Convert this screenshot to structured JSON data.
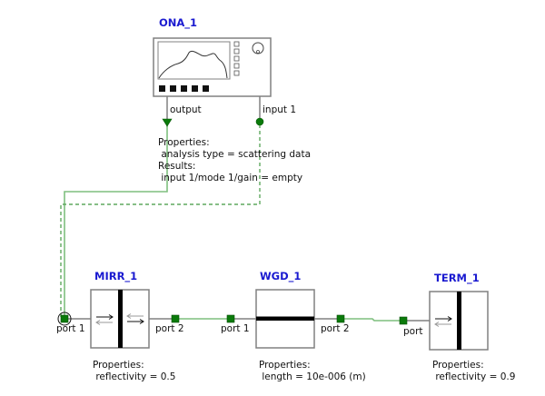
{
  "colors": {
    "title": "#1a1ad0",
    "wire": "#7fbf7f",
    "port_fill": "#0a7a0a",
    "box_border": "#808080"
  },
  "components": {
    "ona": {
      "name": "ONA_1",
      "ports": {
        "output": "output",
        "input": "input 1"
      },
      "properties_header": "Properties:",
      "properties": [
        " analysis type = scattering data"
      ],
      "results_header": "Results:",
      "results": [
        " input 1/mode 1/gain = empty"
      ]
    },
    "mirr": {
      "name": "MIRR_1",
      "ports": {
        "p1": "port 1",
        "p2": "port 2"
      },
      "properties_header": "Properties:",
      "properties": [
        " reflectivity = 0.5"
      ]
    },
    "wgd": {
      "name": "WGD_1",
      "ports": {
        "p1": "port 1",
        "p2": "port 2"
      },
      "properties_header": "Properties:",
      "properties": [
        " length = 10e-006 (m)"
      ]
    },
    "term": {
      "name": "TERM_1",
      "ports": {
        "p": "port"
      },
      "properties_header": "Properties:",
      "properties": [
        " reflectivity = 0.9"
      ]
    }
  }
}
